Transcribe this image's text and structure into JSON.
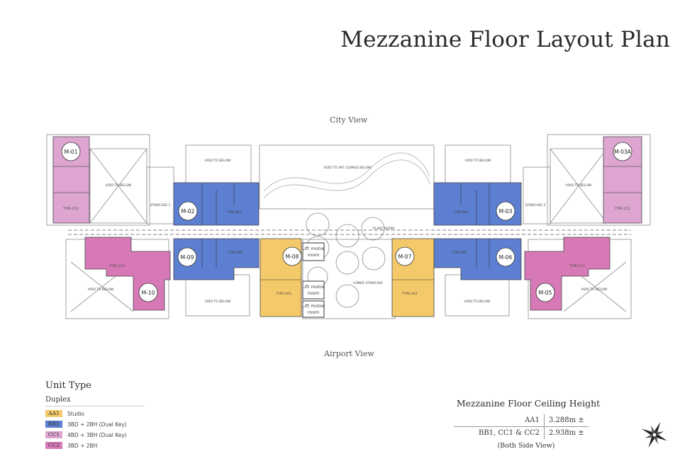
{
  "title": "Mezzanine Floor Layout Plan",
  "views": {
    "top": "City View",
    "bottom": "Airport View"
  },
  "colors": {
    "AA1": "#f4c96a",
    "BB1": "#5d7fd1",
    "CC1": "#dda5cf",
    "CC2": "#d779b6"
  },
  "units": {
    "m01": "M-01",
    "m02": "M-02",
    "m03": "M-03",
    "m03a": "M-03A",
    "m05": "M-05",
    "m06": "M-06",
    "m07": "M-07",
    "m08": "M-08",
    "m09": "M-09",
    "m10": "M-10"
  },
  "unit_types": {
    "cc1": "TYPE-CC1",
    "cc2": "TYPE-CC2",
    "bb1": "TYPE-BB1",
    "aa1": "TYPE-AA1"
  },
  "plan_labels": {
    "void_below": "VOID TO BELOW",
    "void_sky": "VOID TO SKY LOUNGE BELOW",
    "lift_motor_room": [
      "Lift motor",
      "room"
    ],
    "staircase_1": "STAIRCASE 1",
    "staircase_2": "STAIRCASE 2",
    "plant_room": "PLANT ROOM",
    "lower_staircase": "LOWER STAIRCASE"
  },
  "legend": {
    "title": "Unit Type",
    "subtitle": "Duplex",
    "items": [
      {
        "code": "AA1",
        "desc": "Studio"
      },
      {
        "code": "BB1",
        "desc": "3BD + 2BH (Dual Key)"
      },
      {
        "code": "CC1",
        "desc": "4BD + 3BH (Dual Key)"
      },
      {
        "code": "CC2",
        "desc": "3BD + 2BH"
      }
    ]
  },
  "ceiling": {
    "title": "Mezzanine Floor Ceiling Height",
    "rows": [
      {
        "type": "AA1",
        "height": "3.288m ±"
      },
      {
        "type": "BB1, CC1 & CC2",
        "height": "2.938m ±"
      }
    ],
    "note": "(Both Side View)"
  },
  "compass_icon": "compass-rose-icon"
}
